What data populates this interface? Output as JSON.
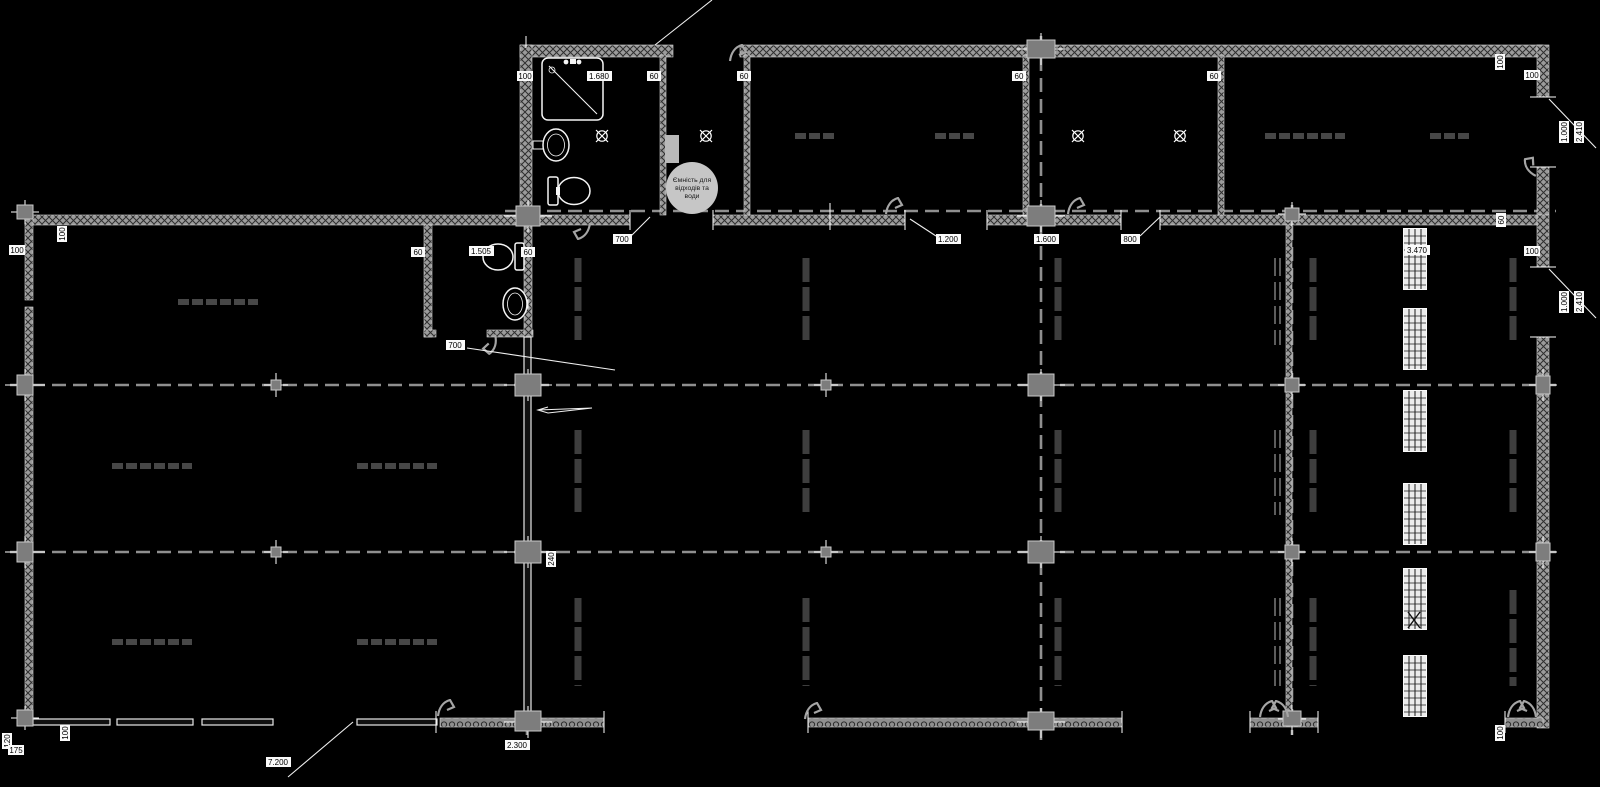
{
  "drawing": {
    "type": "architectural-floor-plan",
    "background": "#000000",
    "line_color": "#f0f0f0",
    "wall_color": "#9b9b9b",
    "note_circle": {
      "line1": "Ємність для",
      "line2": "відходів та",
      "line3": "води"
    },
    "dims": {
      "w100": "100",
      "w60": "60",
      "w120": "120",
      "w175": "175",
      "w240": "240",
      "shower": "1.680",
      "wc": "1.505",
      "op700": "700",
      "op1200": "1.200",
      "sp1600": "1.600",
      "op800": "800",
      "rack": "3.470",
      "doorw": "1.000",
      "doorh": "2.410",
      "op2300": "2.300",
      "len7200": "7.200"
    }
  }
}
